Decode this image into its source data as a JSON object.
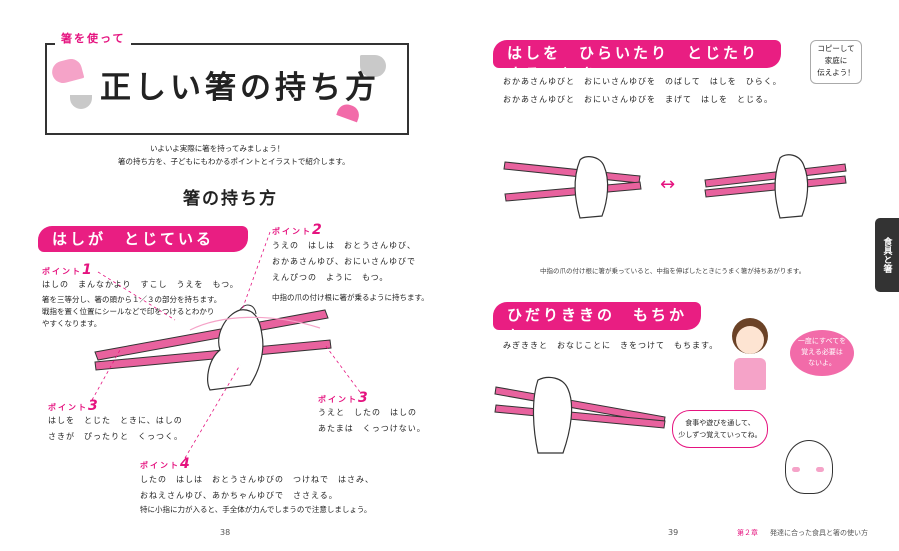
{
  "left": {
    "subtitle": "箸を使って",
    "title": "正しい箸の持ち方",
    "intro": [
      "いよいよ実際に箸を持ってみましょう！",
      "箸の持ち方を、子どもにもわかるポイントとイラストで紹介します。"
    ],
    "section_title": "箸の持ち方",
    "banner": "はしが　とじている　とき",
    "point_label": "ポイント",
    "points": [
      {
        "num": "1",
        "lines": [
          "はしの　まんなかより　すこし　うえを　もつ。"
        ],
        "notes": [
          "箸を三等分し、箸の頭から１／３の部分を持ちます。",
          "戦指を置く位置にシールなどで印をつけるとわかり",
          "やすくなります。"
        ]
      },
      {
        "num": "2",
        "lines": [
          "うえの　はしは　おとうさんゆび、",
          "おかあさんゆび、おにいさんゆびで",
          "えんぴつの　ように　もつ。"
        ],
        "notes": [
          "中指の爪の付け根に箸が乗るように持ちます。"
        ]
      },
      {
        "num": "3",
        "lines": [
          "はしを　とじた　ときに、はしの",
          "さきが　ぴったりと　くっつく。"
        ],
        "notes": []
      },
      {
        "num": "3",
        "lines": [
          "うえと　したの　はしの",
          "あたまは　くっつけない。"
        ],
        "notes": []
      },
      {
        "num": "4",
        "lines": [
          "したの　はしは　おとうさんゆびの　つけねで　はさみ、",
          "おねえさんゆび、あかちゃんゆびで　ささえる。"
        ],
        "notes": [
          "特に小指に力が入ると、手全体が力んでしまうので注意しましょう。"
        ]
      }
    ],
    "page_num": "38"
  },
  "right": {
    "banner1": "はしを　ひらいたり　とじたり　する　とき",
    "copy_note": [
      "コピーして",
      "家庭に",
      "伝えよう！"
    ],
    "line1": "おかあさんゆびと　おにいさんゆびを　のばして　はしを　ひらく。",
    "line2": "おかあさんゆびと　おにいさんゆびを　まげて　はしを　とじる。",
    "arrow": "↔",
    "caption": "中指の爪の付け根に箸が乗っていると、中指を伸ばしたときにうまく箸が持ちあがります。",
    "banner2": "ひだりききの　もちかた",
    "left_hand_line": "みぎききと　おなじことに　きをつけて　もちます。",
    "bubble1": [
      "一度にすべてを",
      "覚える必要は",
      "ないよ。"
    ],
    "bubble2": [
      "食事や遊びを通して、",
      "少しずつ覚えていってね。"
    ],
    "side_tab": "食具と箸",
    "page_num": "39",
    "footer_chapter": "第２章",
    "footer_title": "発達に合った食具と箸の使い方"
  }
}
